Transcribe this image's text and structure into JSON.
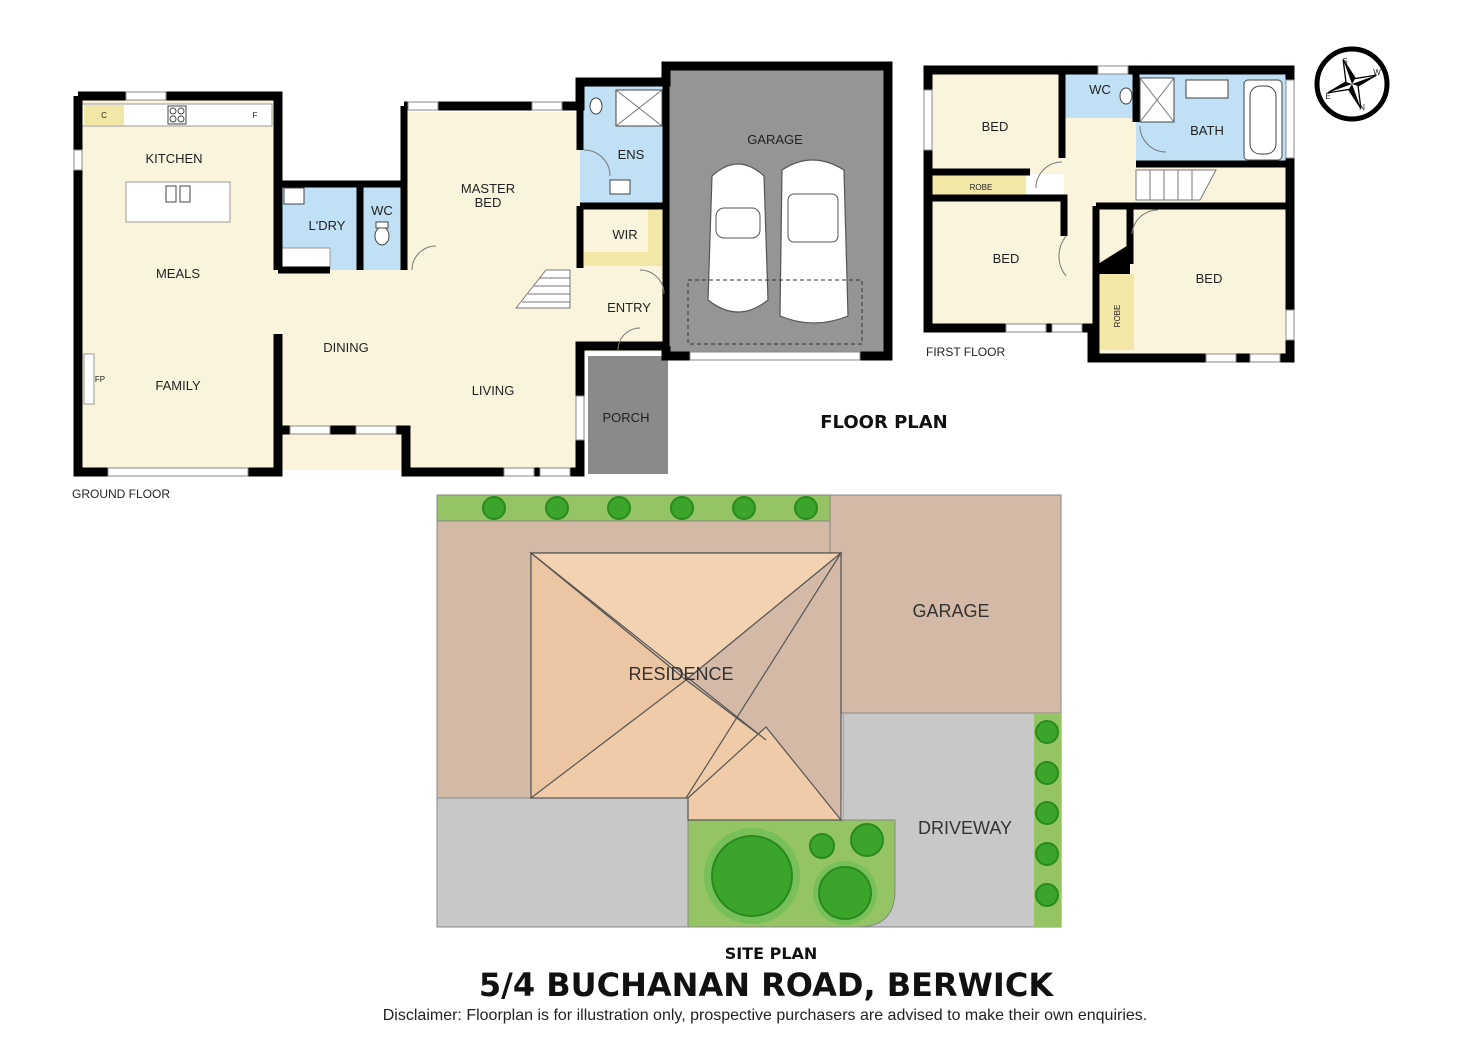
{
  "title": "5/4 BUCHANAN ROAD, BERWICK",
  "section_titles": {
    "floor_plan": "FLOOR PLAN",
    "site_plan": "SITE PLAN"
  },
  "floors": {
    "ground": "GROUND FLOOR",
    "first": "FIRST FLOOR"
  },
  "disclaimer": "Disclaimer: Floorplan is for illustration only, prospective purchasers are advised to make their own enquiries.",
  "ground_rooms": {
    "kitchen": "KITCHEN",
    "meals": "MEALS",
    "family": "FAMILY",
    "fp": "FP",
    "c": "C",
    "f": "F",
    "ldry": "L'DRY",
    "wc": "WC",
    "master_bed": [
      "MASTER",
      "BED"
    ],
    "ens": "ENS",
    "wir": "WIR",
    "garage": "GARAGE",
    "entry": "ENTRY",
    "dining": "DINING",
    "living": "LIVING",
    "porch": "PORCH"
  },
  "first_rooms": {
    "bed_1": "BED",
    "wc": "WC",
    "bath": "BATH",
    "robe_1": "ROBE",
    "bed_2": "BED",
    "bed_3": "BED",
    "robe_2": "ROBE"
  },
  "site": {
    "residence": "RESIDENCE",
    "garage": "GARAGE",
    "driveway": "DRIVEWAY"
  },
  "compass": {
    "letters": [
      "S",
      "W",
      "E",
      "N"
    ]
  },
  "colors": {
    "room": "#fbf4dc",
    "wet": "#bfe0f5",
    "robe": "#f3e7a8",
    "garage": "#959595",
    "porch": "#8a8a8a",
    "roof_light": "#f0cba8",
    "roof_dark": "#d4b9a6",
    "paving": "#c8c8c8",
    "lawn": "#94c463",
    "tree": "#3aa52a"
  }
}
